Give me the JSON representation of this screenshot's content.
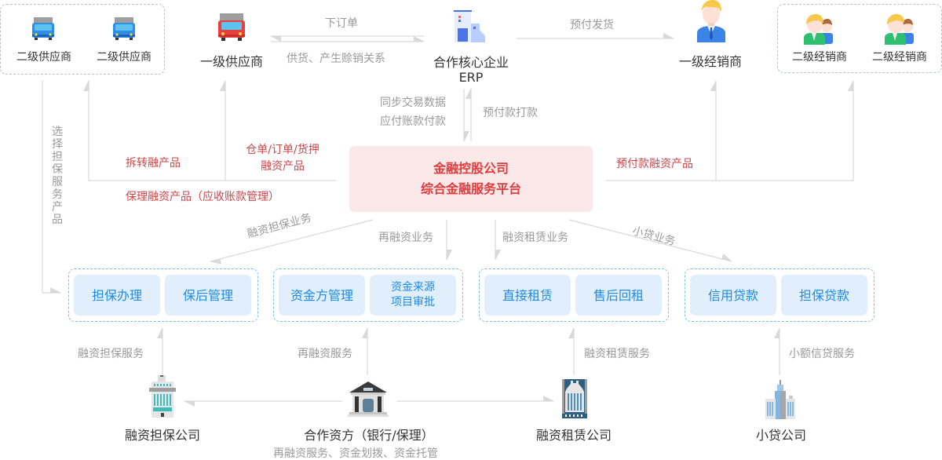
{
  "top_row": {
    "secondary_suppliers": [
      "二级供应商",
      "二级供应商"
    ],
    "primary_supplier": "一级供应商",
    "core_enterprise": {
      "line1": "合作核心企业",
      "line2": "ERP"
    },
    "primary_dealer": "一级经销商",
    "secondary_dealers": [
      "二级经销商",
      "二级经销商"
    ]
  },
  "flow_labels": {
    "place_order": "下订单",
    "supply_relation": "供货、产生赊销关系",
    "prepaid_shipping": "预付发货",
    "sync_data": {
      "line1": "同步交易数据",
      "line2": "应付账款付款"
    },
    "prepaid_payment": "预付款打款",
    "choose_guarantee": "选择担保服务产品"
  },
  "financial_products": {
    "split_transfer": "拆转融产品",
    "warehouse_pledge": {
      "line1": "仓单/订单/货押",
      "line2": "融资产品"
    },
    "factoring": "保理融资产品（应收账款管理）",
    "prepaid_financing": "预付款融资产品"
  },
  "center": {
    "line1": "金融控股公司",
    "line2": "综合金融服务平台"
  },
  "business_lines": {
    "guarantee": "融资担保业务",
    "refinancing": "再融资业务",
    "leasing": "融资租赁业务",
    "microloan": "小贷业务"
  },
  "service_groups": [
    {
      "items": [
        "担保办理",
        "保后管理"
      ]
    },
    {
      "items": [
        "资金方管理",
        "资金来源\n项目审批"
      ]
    },
    {
      "items": [
        "直接租赁",
        "售后回租"
      ]
    },
    {
      "items": [
        "信用贷款",
        "担保贷款"
      ]
    }
  ],
  "service_labels": {
    "guarantee_service": "融资担保服务",
    "refinancing_service": "再融资服务",
    "leasing_service": "融资租赁服务",
    "microcredit_service": "小额信贷服务"
  },
  "bottom_row": {
    "guarantee_company": "融资担保公司",
    "funding_partner": {
      "name": "合作资方（银行/保理）",
      "subtitle": "再融资服务、资金划拨、资金托管"
    },
    "leasing_company": "融资租赁公司",
    "microloan_company": "小贷公司"
  },
  "colors": {
    "accent_red": "#e23b3d",
    "product_red": "#c9484b",
    "service_blue": "#1e8be6",
    "service_bg": "#e1eefb",
    "center_bg": "#fbe8e8",
    "line_gray": "#d9d9d9"
  }
}
